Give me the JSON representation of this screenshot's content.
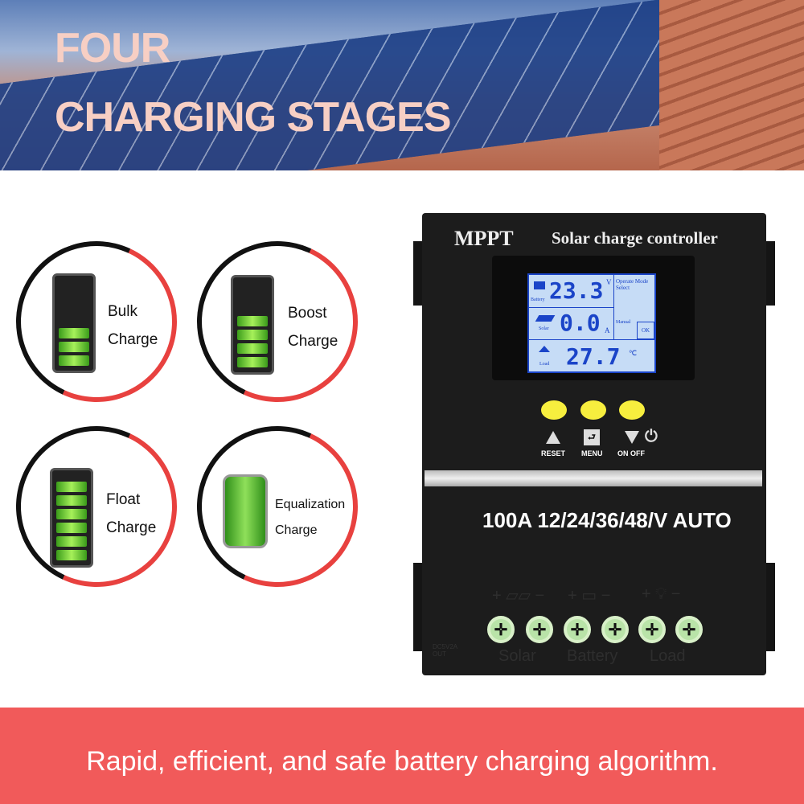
{
  "banner": {
    "title_line1": "FOUR",
    "title_line2": "CHARGING STAGES"
  },
  "stages": [
    {
      "label1": "Bulk",
      "label2": "Charge",
      "cells": 3
    },
    {
      "label1": "Boost",
      "label2": "Charge",
      "cells": 4
    },
    {
      "label1": "Float",
      "label2": "Charge",
      "cells": 6
    },
    {
      "label1": "Equalization",
      "label2": "Charge"
    }
  ],
  "device": {
    "brand": "MPPT",
    "subtitle": "Solar charge controller",
    "lcd": {
      "voltage": "23.3",
      "voltage_unit": "V",
      "battery_label": "Battery",
      "current": "0.0",
      "current_unit": "A",
      "solar_label": "Solar",
      "temperature": "27.7",
      "temp_unit": "℃",
      "load_label": "Load",
      "mode_title": "Operate Mode Select",
      "manual_label": "Manual",
      "ok_label": "OK"
    },
    "buttons": [
      {
        "label": "RESET",
        "icon": "triangle-up-plus-icon"
      },
      {
        "label": "MENU",
        "icon": "menu-icon"
      },
      {
        "label": "ON OFF",
        "icon": "triangle-down-minus-icon"
      }
    ],
    "spec": "100A 12/24/36/48/V AUTO",
    "terminals": [
      "Solar",
      "Battery",
      "Load"
    ],
    "usb_label": "DC5V2A OUT"
  },
  "footer": {
    "tagline": "Rapid, efficient, and safe battery charging algorithm."
  },
  "colors": {
    "accent_red": "#f15a5a",
    "ring_red": "#e8413f",
    "title_pink": "#f7cfc4",
    "lcd_blue": "#1a44c8",
    "button_yellow": "#f7ee3e"
  }
}
